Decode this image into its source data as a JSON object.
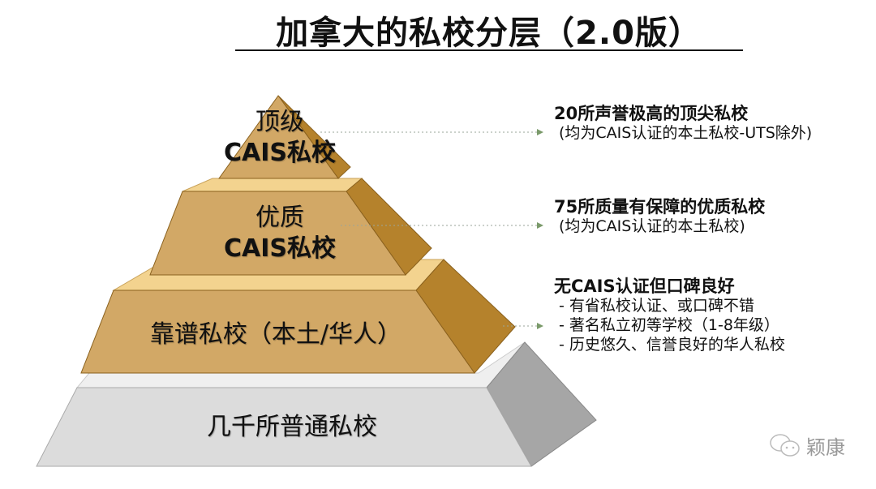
{
  "title": "加拿大的私校分层（2.0版）",
  "tiers": [
    {
      "line1": "顶级",
      "line2": "CAIS私校"
    },
    {
      "line1": "优质",
      "line2": "CAIS私校"
    },
    {
      "line1": "靠谱私校（本土/华人）"
    },
    {
      "line1": "几千所普通私校"
    }
  ],
  "callouts": [
    {
      "heading": "20所声誉极高的顶尖私校",
      "lines": [
        "(均为CAIS认证的本土私校-UTS除外)"
      ]
    },
    {
      "heading": "75所质量有保障的优质私校",
      "lines": [
        "(均为CAIS认证的本土私校)"
      ]
    },
    {
      "heading": "无CAIS认证但口碑良好",
      "lines": [
        "- 有省私校认证、或口碑不错",
        "- 著名私立初等学校（1-8年级）",
        "- 历史悠久、信誉良好的华人私校"
      ]
    }
  ],
  "watermark": "颖康",
  "colors": {
    "gold_front": "#d2a866",
    "gold_side": "#b5822c",
    "gold_top": "#f3d38f",
    "gray_front": "#dcdcdc",
    "gray_side": "#a6a6a6",
    "gray_top": "#efefef",
    "arrow": "#7a9a6a"
  }
}
